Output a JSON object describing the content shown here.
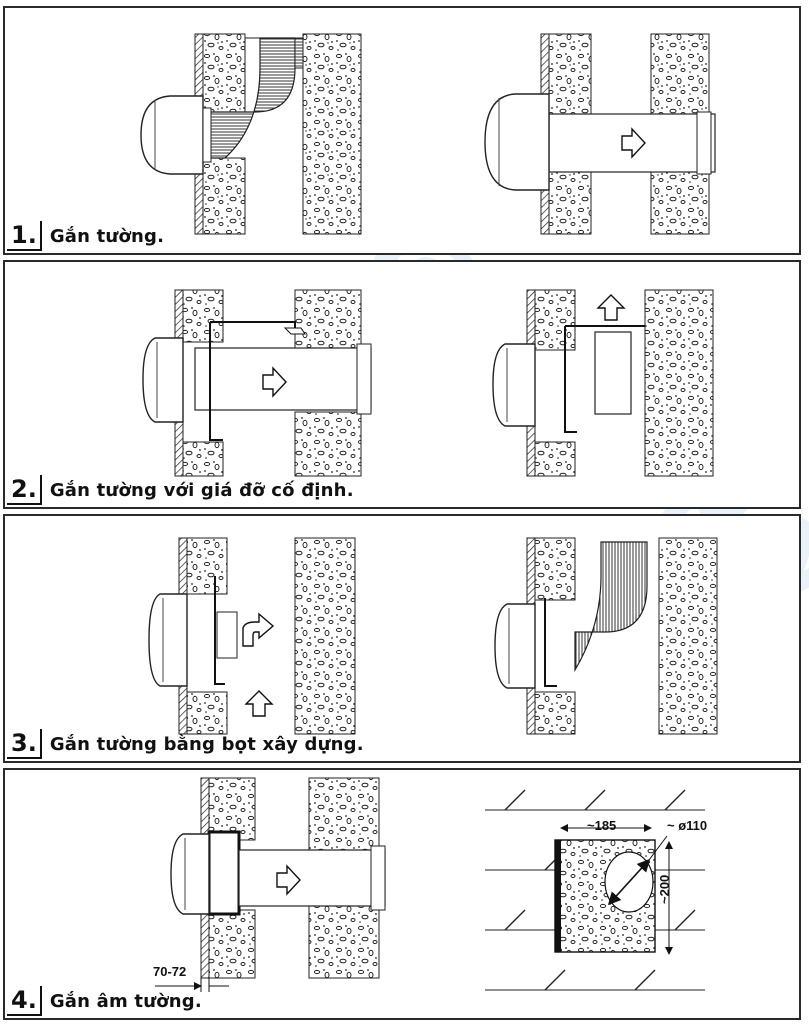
{
  "panels": [
    {
      "number": "1.",
      "caption": "Gắn tường."
    },
    {
      "number": "2.",
      "caption": "Gắn tường với giá đỡ cố định."
    },
    {
      "number": "3.",
      "caption": "Gắn tường bằng bọt xây dựng."
    },
    {
      "number": "4.",
      "caption": "Gắn âm tường."
    }
  ],
  "dimensions": {
    "wall_thickness": "70-72",
    "opening_width": "~185",
    "duct_diameter": "~ ø110",
    "opening_height": "~200"
  },
  "watermark": "quatshop.vn"
}
